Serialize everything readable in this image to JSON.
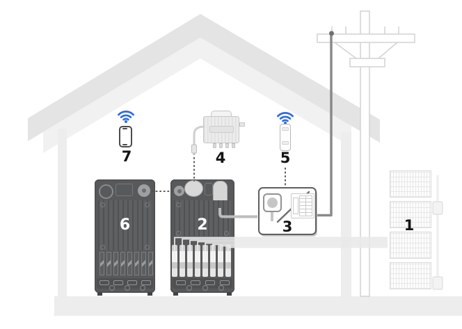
{
  "diagram": {
    "labels": {
      "solar_array": "1",
      "battery_unit_main": "2",
      "grid_connection_box": "3",
      "microinverter": "4",
      "smart_meter": "5",
      "battery_unit_secondary": "6",
      "smartphone": "7"
    }
  },
  "colors": {
    "wifi_blue": "#2e6be4",
    "unit_body": "#58595a",
    "roof_outer": "#e4e4e4",
    "roof_inner": "#f1f1f1",
    "wall": "#ededed",
    "ground": "#ededed",
    "outline": "#d2d2d2",
    "wire_dark": "#8a8a8a",
    "cable_light": "#bdbdbd",
    "pv_cable": "#e9e9e9",
    "dash": "#4f4f4f",
    "label_text": "#141414"
  }
}
